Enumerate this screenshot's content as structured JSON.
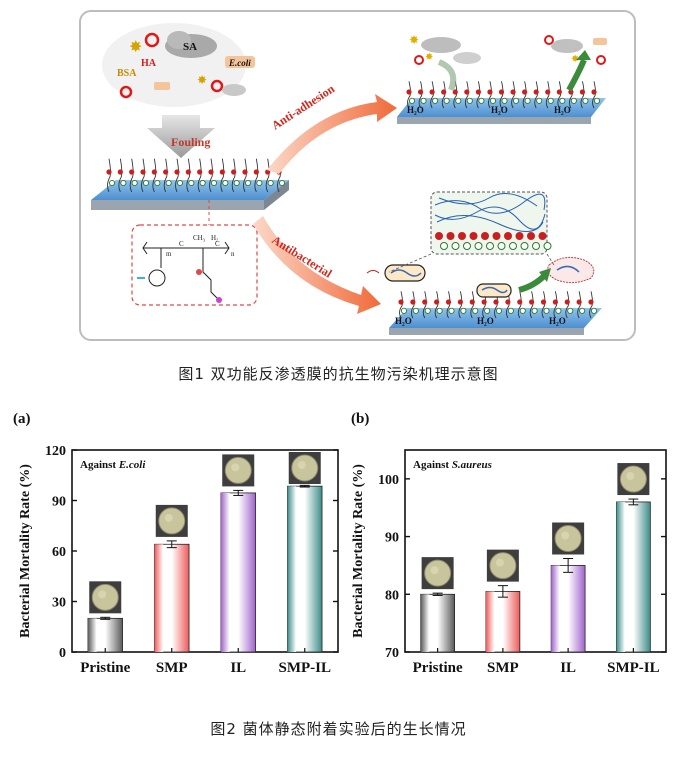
{
  "figure1": {
    "caption": "图1  双功能反渗透膜的抗生物污染机理示意图",
    "foulants": {
      "sa": "SA",
      "ha": "HA",
      "bsa": "BSA",
      "ecoli": "E.coli"
    },
    "arrows": {
      "fouling": "Fouling",
      "anti_adhesion": "Anti-adhesion",
      "antibacterial": "Antibacterial"
    },
    "water": "H₂O",
    "structure": {
      "n": "n",
      "m": "m",
      "ch3": "CH₃",
      "h2": "H₂",
      "c": "C"
    }
  },
  "figure2": {
    "caption": "图2  菌体静态附着实验后的生长情况"
  },
  "chart_data": [
    {
      "type": "bar",
      "panel": "(a)",
      "annotation": "Against E.coli",
      "categories": [
        "Pristine",
        "SMP",
        "IL",
        "SMP-IL"
      ],
      "values": [
        20,
        64,
        94.5,
        98.5
      ],
      "errors": [
        0.6,
        2,
        1.5,
        0.5
      ],
      "ylabel": "Bacterial Mortality Rate (%)",
      "ylim": [
        0,
        120
      ],
      "yticks": [
        "0",
        "30",
        "60",
        "90",
        "120"
      ],
      "colors": [
        "#5a5a5a",
        "#ee5a5a",
        "#a064cc",
        "#3e8c88"
      ],
      "grid": false
    },
    {
      "type": "bar",
      "panel": "(b)",
      "annotation": "Against S.aureus",
      "categories": [
        "Pristine",
        "SMP",
        "IL",
        "SMP-IL"
      ],
      "values": [
        80,
        80.5,
        85,
        96
      ],
      "errors": [
        0.2,
        1,
        1.2,
        0.5
      ],
      "ylabel": "Bacterial Mortality Rate (%)",
      "ylim": [
        70,
        105
      ],
      "yticks": [
        "70",
        "80",
        "90",
        "100"
      ],
      "colors": [
        "#5a5a5a",
        "#ee5a5a",
        "#a064cc",
        "#3e8c88"
      ],
      "grid": false
    }
  ]
}
